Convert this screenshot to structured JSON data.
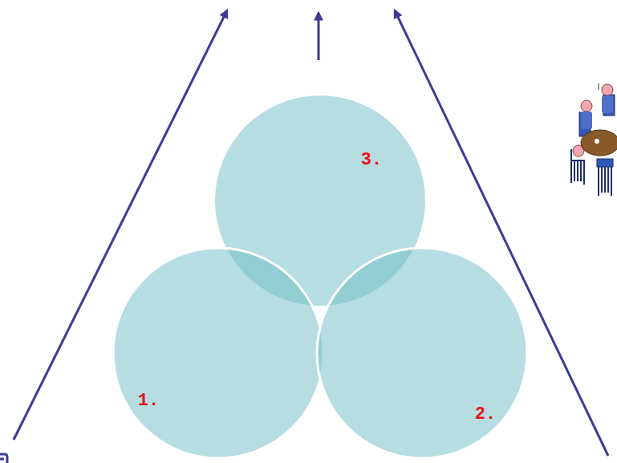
{
  "diagram": {
    "nodes": [
      {
        "text": [
          "3."
        ]
      },
      {
        "text": [
          "1."
        ]
      },
      {
        "text": [
          "2."
        ]
      }
    ]
  }
}
